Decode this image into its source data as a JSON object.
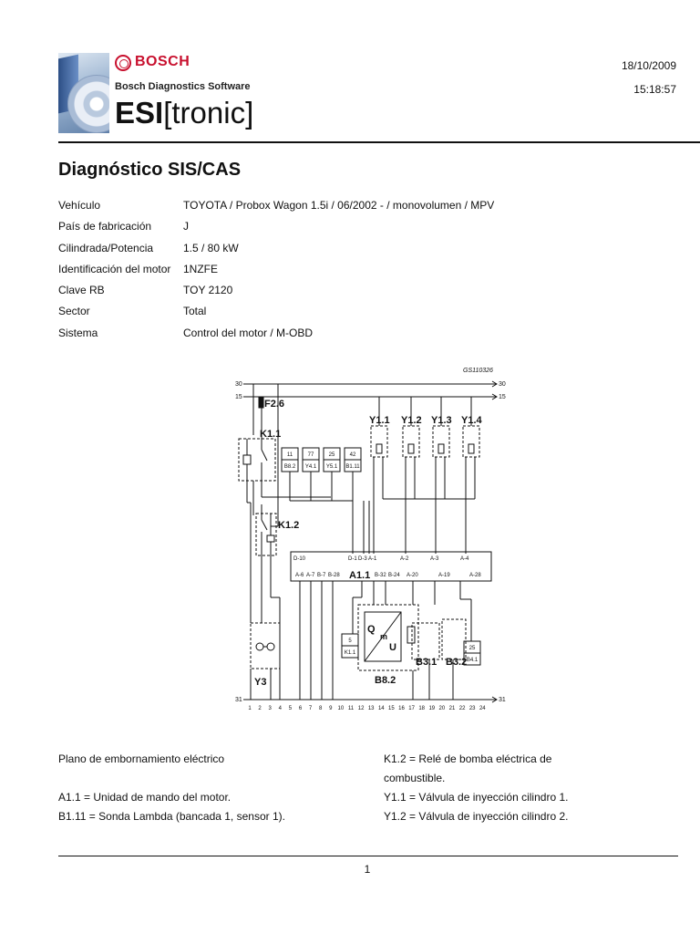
{
  "header": {
    "brand": "BOSCH",
    "software": "Bosch Diagnostics Software",
    "product_bold": "ESI",
    "product_light": "[tronic]",
    "date": "18/10/2009",
    "time": "15:18:57"
  },
  "title": "Diagnóstico SIS/CAS",
  "meta": [
    {
      "label": "Vehículo",
      "value": "TOYOTA / Probox Wagon 1.5i / 06/2002 -  / monovolumen / MPV"
    },
    {
      "label": "País de fabricación",
      "value": "J"
    },
    {
      "label": "Cilindrada/Potencia",
      "value": "1.5 / 80 kW"
    },
    {
      "label": "Identificación del motor",
      "value": "1NZFE"
    },
    {
      "label": "Clave RB",
      "value": "TOY 2120"
    },
    {
      "label": "Sector",
      "value": "Total"
    },
    {
      "label": "Sistema",
      "value": "Control del motor / M-OBD"
    }
  ],
  "diagram": {
    "code": "GS110326",
    "rails": [
      "30",
      "15",
      "31"
    ],
    "fuse": "F2.6",
    "relays": [
      "K1.1",
      "K1.2"
    ],
    "injectors": [
      "Y1.1",
      "Y1.2",
      "Y1.3",
      "Y1.4"
    ],
    "refs": [
      {
        "num": "11",
        "id": "B8.2"
      },
      {
        "num": "77",
        "id": "Y4.1"
      },
      {
        "num": "25",
        "id": "Y5.1"
      },
      {
        "num": "42",
        "id": "B1.11"
      }
    ],
    "ecu": "A1.1",
    "ecu_pins_top": [
      "D-10",
      "D-1",
      "D-3",
      "A-1",
      "A-2",
      "A-3",
      "A-4"
    ],
    "ecu_pins_bottom": [
      "A-6",
      "A-7",
      "B-7",
      "B-28",
      "B-32",
      "B-24",
      "A-20",
      "A-19",
      "A-28"
    ],
    "sensors": [
      "B8.2",
      "B3.1",
      "B3.2",
      "Y3"
    ],
    "small_refs": [
      {
        "num": "5",
        "id": "K1.1"
      },
      {
        "num": "25",
        "id": "B4.1"
      }
    ],
    "maf_labels": [
      "Q",
      "m",
      "U"
    ],
    "bottom_numbers": [
      "1",
      "2",
      "3",
      "4",
      "5",
      "6",
      "7",
      "8",
      "9",
      "10",
      "11",
      "12",
      "13",
      "14",
      "15",
      "16",
      "17",
      "18",
      "19",
      "20",
      "21",
      "22",
      "23",
      "24"
    ]
  },
  "legend_left": [
    "Plano de embornamiento eléctrico",
    "",
    "A1.1 = Unidad de mando del motor.",
    "B1.11 = Sonda Lambda (bancada 1, sensor 1)."
  ],
  "legend_right": [
    "K1.2 = Relé de bomba eléctrica de",
    "combustible.",
    "Y1.1 = Válvula de inyección cilindro 1.",
    "Y1.2 = Válvula de inyección cilindro 2."
  ],
  "page": "1"
}
